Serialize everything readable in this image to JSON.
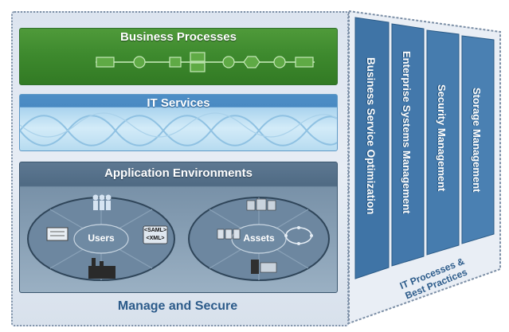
{
  "diagram": {
    "business_processes": "Business Processes",
    "it_services": "IT Services",
    "application_environments": "Application Environments",
    "users": "Users",
    "assets": "Assets",
    "saml": "<SAML>",
    "xml": "<XML>",
    "manage_and_secure": "Manage and Secure",
    "columns": [
      "Business Service Optimization",
      "Enterprise Systems Management",
      "Security Management",
      "Storage Management"
    ],
    "it_processes_line1": "IT Processes &",
    "it_processes_line2": "Best Practices"
  },
  "colors": {
    "green": "#3e8a2e",
    "blue_band": "#4a8ac2",
    "slate": "#4f6a83",
    "column_blue": "#3f74a6",
    "text_blue": "#2c5b8a"
  },
  "icons": [
    "process-flow-icon",
    "dna-helix-icon",
    "people-icon",
    "server-icon",
    "document-icon",
    "factory-icon",
    "network-icon",
    "database-icon"
  ]
}
